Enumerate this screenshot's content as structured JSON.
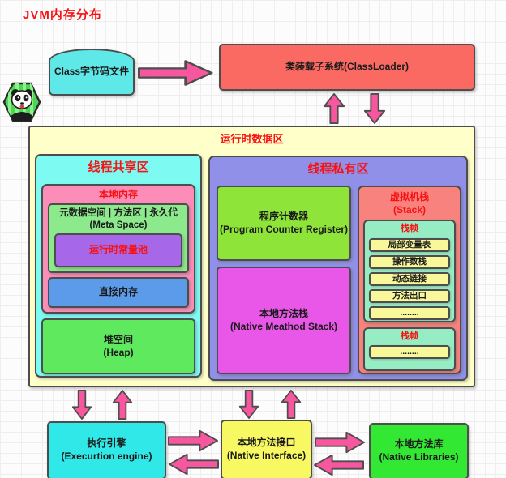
{
  "title": "JVM内存分布",
  "flow": {
    "class_file": "Class字节码文件",
    "classloader": "类装载子系统(ClassLoader)"
  },
  "runtime": {
    "title": "运行时数据区",
    "shared": {
      "title": "线程共享区",
      "local_memory": {
        "title": "本地内存",
        "meta_space": {
          "line1": "元数据空间 | 方法区 | 永久代",
          "line2": "(Meta Space)",
          "const_pool": "运行时常量池"
        },
        "direct_memory": "直接内存"
      },
      "heap": {
        "line1": "堆空间",
        "line2": "(Heap)"
      }
    },
    "private": {
      "title": "线程私有区",
      "pc_register": {
        "line1": "程序计数器",
        "line2": "(Program Counter Register)"
      },
      "native_method_stack": {
        "line1": "本地方法栈",
        "line2": "(Native Meathod Stack)"
      },
      "vm_stack": {
        "line1": "虚拟机栈",
        "line2": "(Stack)",
        "frame1": {
          "title": "栈帧",
          "items": [
            "局部变量表",
            "操作数栈",
            "动态链接",
            "方法出口",
            "........"
          ]
        },
        "frame2": {
          "title": "栈帧",
          "items": [
            "........"
          ]
        }
      }
    }
  },
  "bottom": {
    "engine": {
      "line1": "执行引擎",
      "line2": "(Execurtion engine)"
    },
    "native_interface": {
      "line1": "本地方法接口",
      "line2": "(Native Interface)"
    },
    "native_libraries": {
      "line1": "本地方法库",
      "line2": "(Native Libraries)"
    }
  },
  "colors": {
    "title_red": "#f71111",
    "arrow_pink": "#f6579e",
    "classloader_red": "#fa6a62",
    "class_file_cyan": "#5fe8e8",
    "runtime_bg": "#ffffc9",
    "shared_cyan": "#7dfbf3",
    "local_memory_pink": "#fb8db8",
    "meta_green": "#8ce98c",
    "const_pool_purple": "#a767e9",
    "direct_blue": "#5c9bea",
    "heap_green": "#5fe95f",
    "private_purple": "#9090e8",
    "pc_register_green": "#8fe43a",
    "native_stack_magenta": "#e857e8",
    "vm_stack_salmon": "#f8837e",
    "frame_mint": "#96edc3",
    "frame_item_yellow": "#f8f89a",
    "engine_cyan": "#30e8e8",
    "interface_yellow": "#f8f862",
    "libraries_green": "#32e832"
  }
}
